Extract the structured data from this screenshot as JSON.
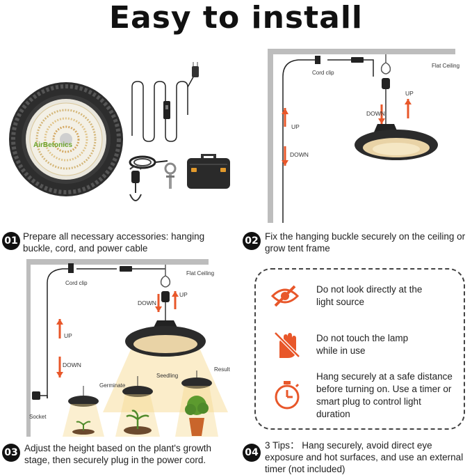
{
  "title": "Easy to install",
  "brand": "AirBetonics",
  "panel2": {
    "cord_clip": "Cord clip",
    "flat_ceiling": "Flat Ceiling",
    "up": "UP",
    "down": "DOWN",
    "up_right": "UP",
    "down_right": "DOWN"
  },
  "panel3": {
    "cord_clip": "Cord clip",
    "flat_ceiling": "Flat Ceiling",
    "up": "UP",
    "down": "DOWN",
    "up_right": "UP",
    "down_right": "DOWN",
    "socket": "Socket",
    "germinate": "Germinate",
    "seedling": "Seedling",
    "result": "Result"
  },
  "steps": [
    {
      "num": "01",
      "text": "Prepare all necessary accessories: hanging buckle, cord, and power cable"
    },
    {
      "num": "02",
      "text": "Fix the hanging buckle securely on the ceiling or grow tent frame"
    },
    {
      "num": "03",
      "text": "Adjust the height based on the plant's growth stage, then securely plug in the power cord."
    },
    {
      "num": "04",
      "text": "3 Tips： Hang securely, avoid direct eye exposure and hot surfaces, and use an external timer (not included)"
    }
  ],
  "tips": [
    {
      "icon": "no-look-icon",
      "text": "Do not look directly at the light source"
    },
    {
      "icon": "no-touch-hand-icon",
      "text": "Do not touch the lamp while in use"
    },
    {
      "icon": "timer-icon",
      "text": "Hang securely at a safe distance before turning on. Use a timer or smart plug to control light duration"
    }
  ],
  "colors": {
    "accent": "#e8572a",
    "arrow": "#e8572a",
    "glow": "#f6d78a"
  }
}
